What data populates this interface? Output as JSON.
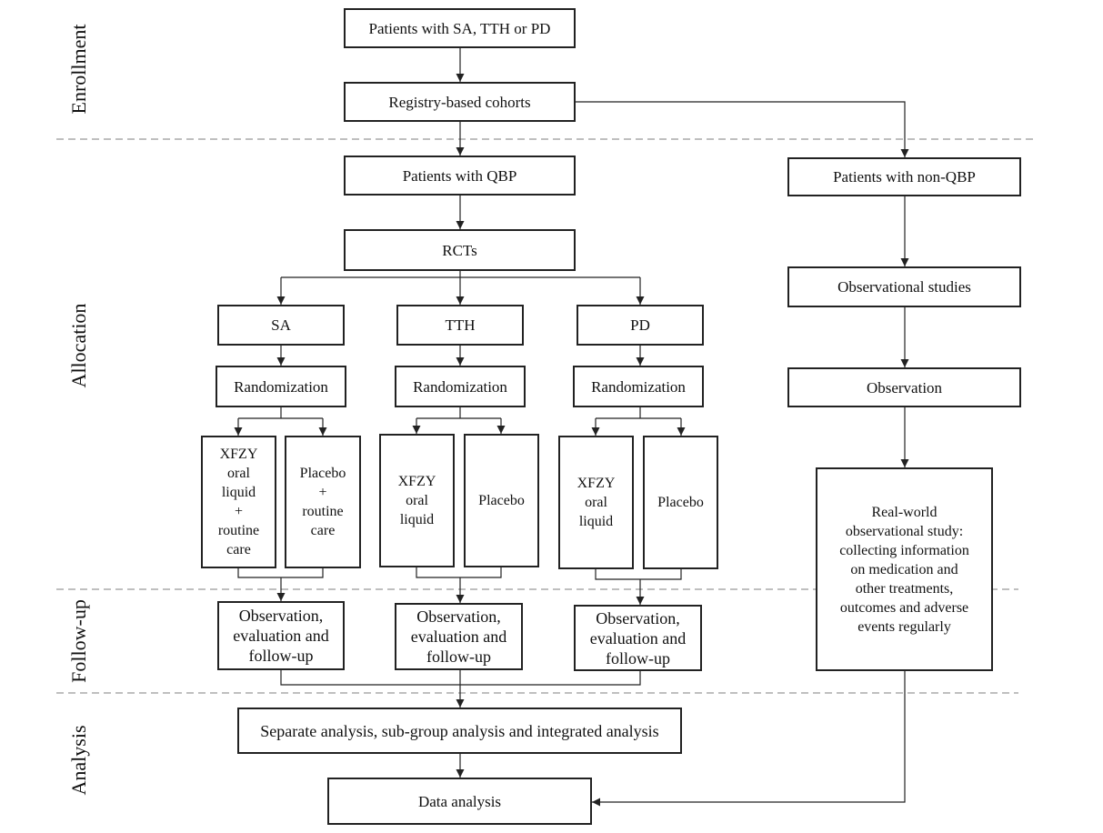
{
  "phases": {
    "enrollment": "Enrollment",
    "allocation": "Allocation",
    "follow_up": "Follow-up",
    "analysis": "Analysis"
  },
  "nodes": {
    "patients_all": "Patients with SA, TTH or PD",
    "registry": "Registry-based cohorts",
    "patients_qbp": "Patients with QBP",
    "rcts": "RCTs",
    "patients_nonqbp": "Patients with non-QBP",
    "obs_studies": "Observational studies",
    "observation": "Observation",
    "realworld": "Real-world\nobservational study:\ncollecting information\non medication and\nother treatments,\noutcomes and adverse\nevents regularly",
    "sa": "SA",
    "tth": "TTH",
    "pd": "PD",
    "rand_sa": "Randomization",
    "rand_tth": "Randomization",
    "rand_pd": "Randomization",
    "sa_xfzy": "XFZY\noral\nliquid\n+\nroutine\ncare",
    "sa_placebo": "Placebo\n+\nroutine\ncare",
    "tth_xfzy": "XFZY\noral\nliquid",
    "tth_placebo": "Placebo",
    "pd_xfzy": "XFZY\noral\nliquid",
    "pd_placebo": "Placebo",
    "follow_sa": "Observation,\nevaluation and\nfollow-up",
    "follow_tth": "Observation,\nevaluation and\nfollow-up",
    "follow_pd": "Observation,\nevaluation and\nfollow-up",
    "separate_analysis": "Separate analysis, sub-group analysis and integrated analysis",
    "data_analysis": "Data analysis"
  }
}
